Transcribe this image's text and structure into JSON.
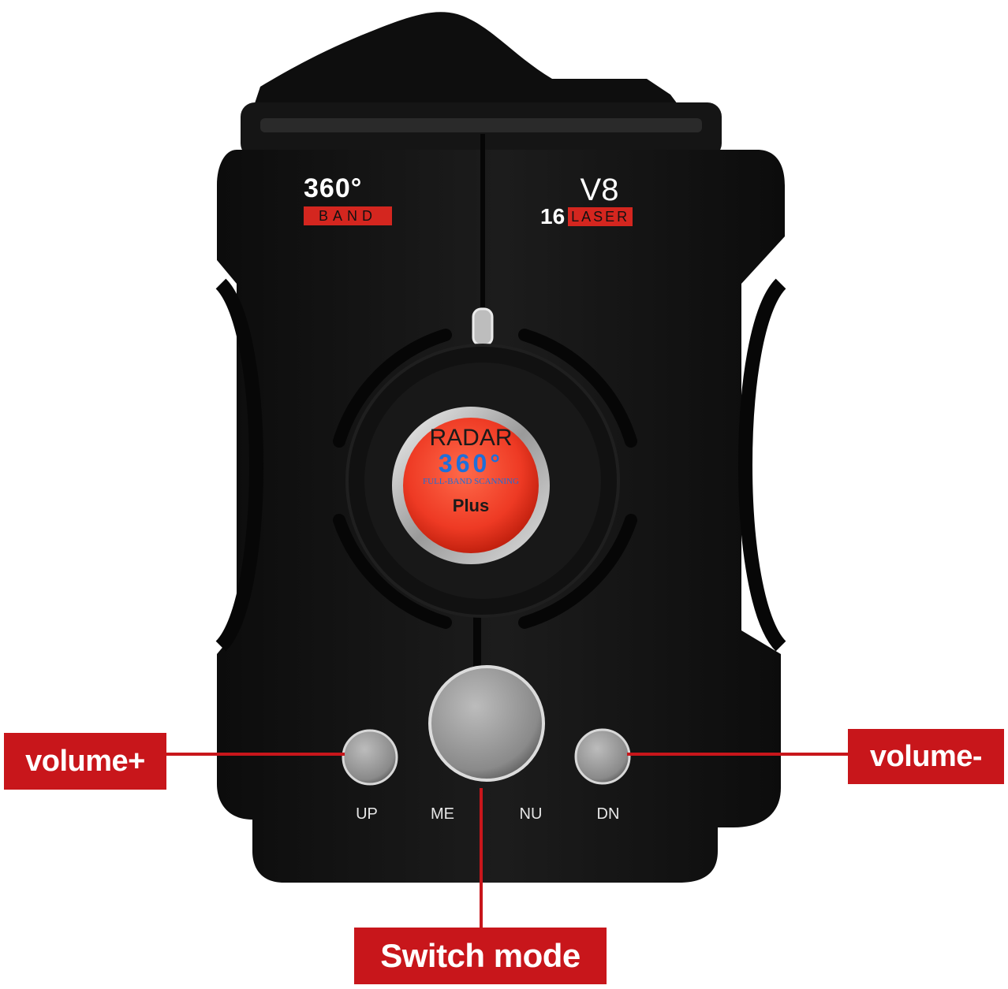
{
  "device": {
    "badge_left_top": "360°",
    "badge_left_bottom": "BAND",
    "model": "V8",
    "badge_right_num": "16",
    "badge_right_word": "LASER",
    "button_center": {
      "line1": "RADAR",
      "line2": "360°",
      "line3": "FULL-BAND SCANNING",
      "line4": "Plus"
    },
    "button_labels": {
      "up": "UP",
      "me": "ME",
      "nu": "NU",
      "dn": "DN"
    }
  },
  "callouts": {
    "volume_up": "volume+",
    "volume_down": "volume-",
    "switch_mode": "Switch mode"
  },
  "colors": {
    "accent_red": "#c8161b",
    "body": "#141414",
    "badge_red": "#d4261f",
    "badge_blue": "#1e6fd9"
  }
}
